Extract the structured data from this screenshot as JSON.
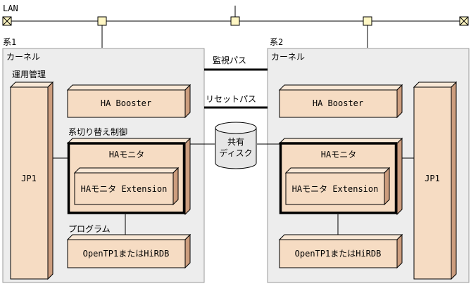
{
  "lan_label": "LAN",
  "cluster": {
    "left_system": "系1",
    "right_system": "系2",
    "kernel_left": "カーネル",
    "kernel_right": "カーネル",
    "operation_mgmt": "運用管理",
    "system_switch_control": "系切り替え制御",
    "program": "プログラム"
  },
  "links": {
    "monitor_path": "監視パス",
    "reset_path": "リセットパス"
  },
  "shared_disk": {
    "line1": "共有",
    "line2": "ディスク"
  },
  "components": {
    "jp1_left": "JP1",
    "jp1_right": "JP1",
    "ha_booster_left": "HA Booster",
    "ha_booster_right": "HA Booster",
    "ha_monitor_left": "HAモニタ",
    "ha_monitor_right": "HAモニタ",
    "ha_monitor_ext_left": "HAモニタ Extension",
    "ha_monitor_ext_right": "HAモニタ Extension",
    "db_left": "OpenTP1またはHiRDB",
    "db_right": "OpenTP1またはHiRDB"
  },
  "colors": {
    "box_fill": "#f6dcc3",
    "box_side": "#cc9d7e",
    "box_top": "#f9e8d6",
    "panel_fill": "#ededed",
    "node_fill": "#fff7c4"
  }
}
